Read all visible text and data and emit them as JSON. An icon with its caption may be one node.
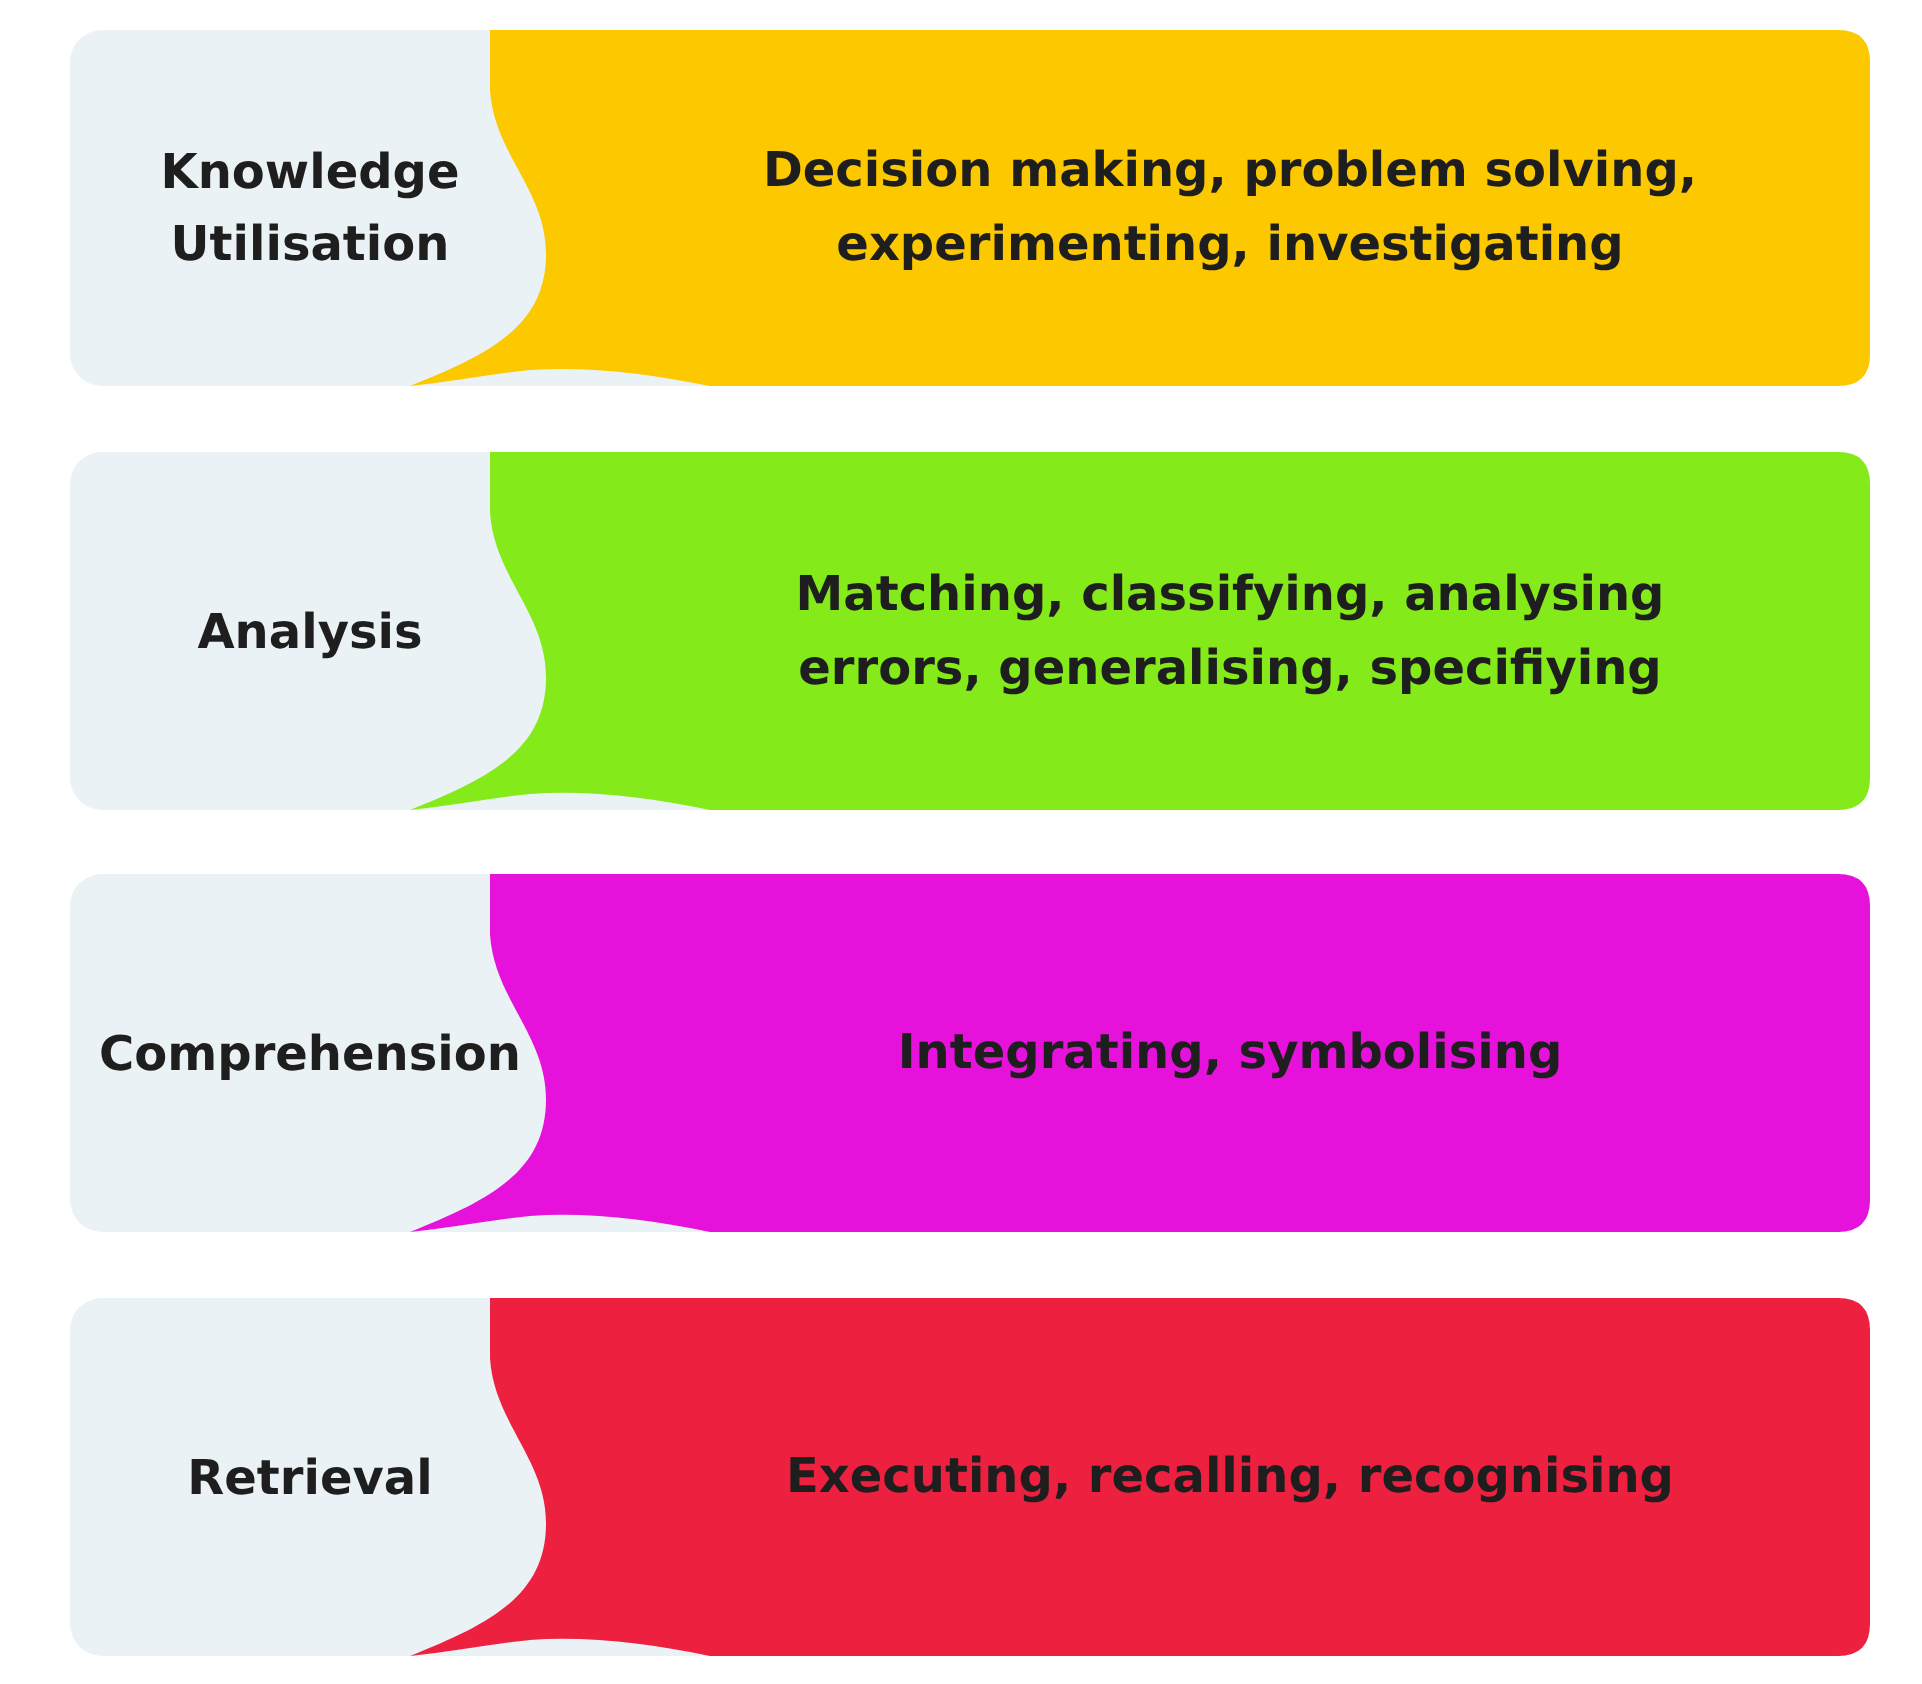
{
  "diagram": {
    "nodes": [
      {
        "text": [
          "Knowledge Utilisation"
        ]
      },
      {
        "text": [
          "Decision making, problem solving, experimenting, investigating"
        ],
        "in": 0
      },
      {
        "text": [
          "Analysis"
        ]
      },
      {
        "text": [
          "Matching, classifying, analysing errors, generalising, specifiying"
        ],
        "in": 2
      },
      {
        "text": [
          "Comprehension"
        ]
      },
      {
        "text": [
          "Integrating, symbolising"
        ],
        "in": 4
      },
      {
        "text": [
          "Retrieval"
        ]
      },
      {
        "text": [
          "Executing, recalling, recognising"
        ],
        "in": 6
      }
    ]
  }
}
